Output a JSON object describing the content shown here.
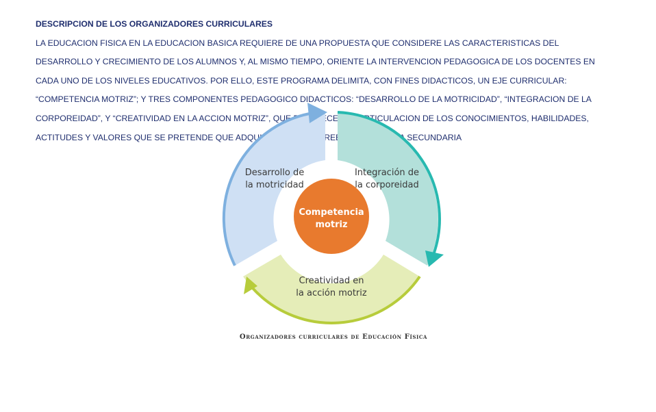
{
  "document": {
    "heading": "DESCRIPCION DE LOS ORGANIZADORES CURRICULARES",
    "body_lines": [
      "LA EDUCACION FISICA EN LA EDUCACION BASICA REQUIERE DE UNA PROPUESTA QUE CONSIDERE LAS CARACTERISTICAS DEL",
      "DESARROLLO Y CRECIMIENTO DE LOS ALUMNOS Y, AL MISMO TIEMPO, ORIENTE LA INTERVENCION PEDAGOGICA DE LOS DOCENTES EN",
      "CADA UNO DE LOS NIVELES EDUCATIVOS. POR ELLO, ESTE PROGRAMA DELIMITA, CON FINES DIDACTICOS, UN EJE CURRICULAR:",
      "“COMPETENCIA MOTRIZ”; Y TRES COMPONENTES PEDAGOGICO DIDACTICOS: “DESARROLLO DE LA MOTRICIDAD”, “INTEGRACION DE LA",
      "CORPOREIDAD”, Y “CREATIVIDAD EN LA ACCION MOTRIZ”, QUE FAVORECEN LA ARTICULACION DE LOS CONOCIMIENTOS, HABILIDADES,",
      "ACTITUDES Y VALORES QUE SE PRETENDE QUE ADQUIERAN DESDE PREESCOLAR HASTA SECUNDARIA"
    ]
  },
  "diagram": {
    "center": {
      "line1": "Competencia",
      "line2": "motriz",
      "color": "#e87a2e"
    },
    "segments": [
      {
        "line1": "Desarrollo de",
        "line2": "la motricidad",
        "fill": "#cfe0f4",
        "stroke": "#7eb0df"
      },
      {
        "line1": "Integración de",
        "line2": "la corporeidad",
        "fill": "#b3e0da",
        "stroke": "#28b9b0"
      },
      {
        "line1": "Creatividad en",
        "line2": "la acción motriz",
        "fill": "#e5edb8",
        "stroke": "#b7cc3b"
      }
    ],
    "caption": "Organizadores curriculares de Educación Física"
  }
}
